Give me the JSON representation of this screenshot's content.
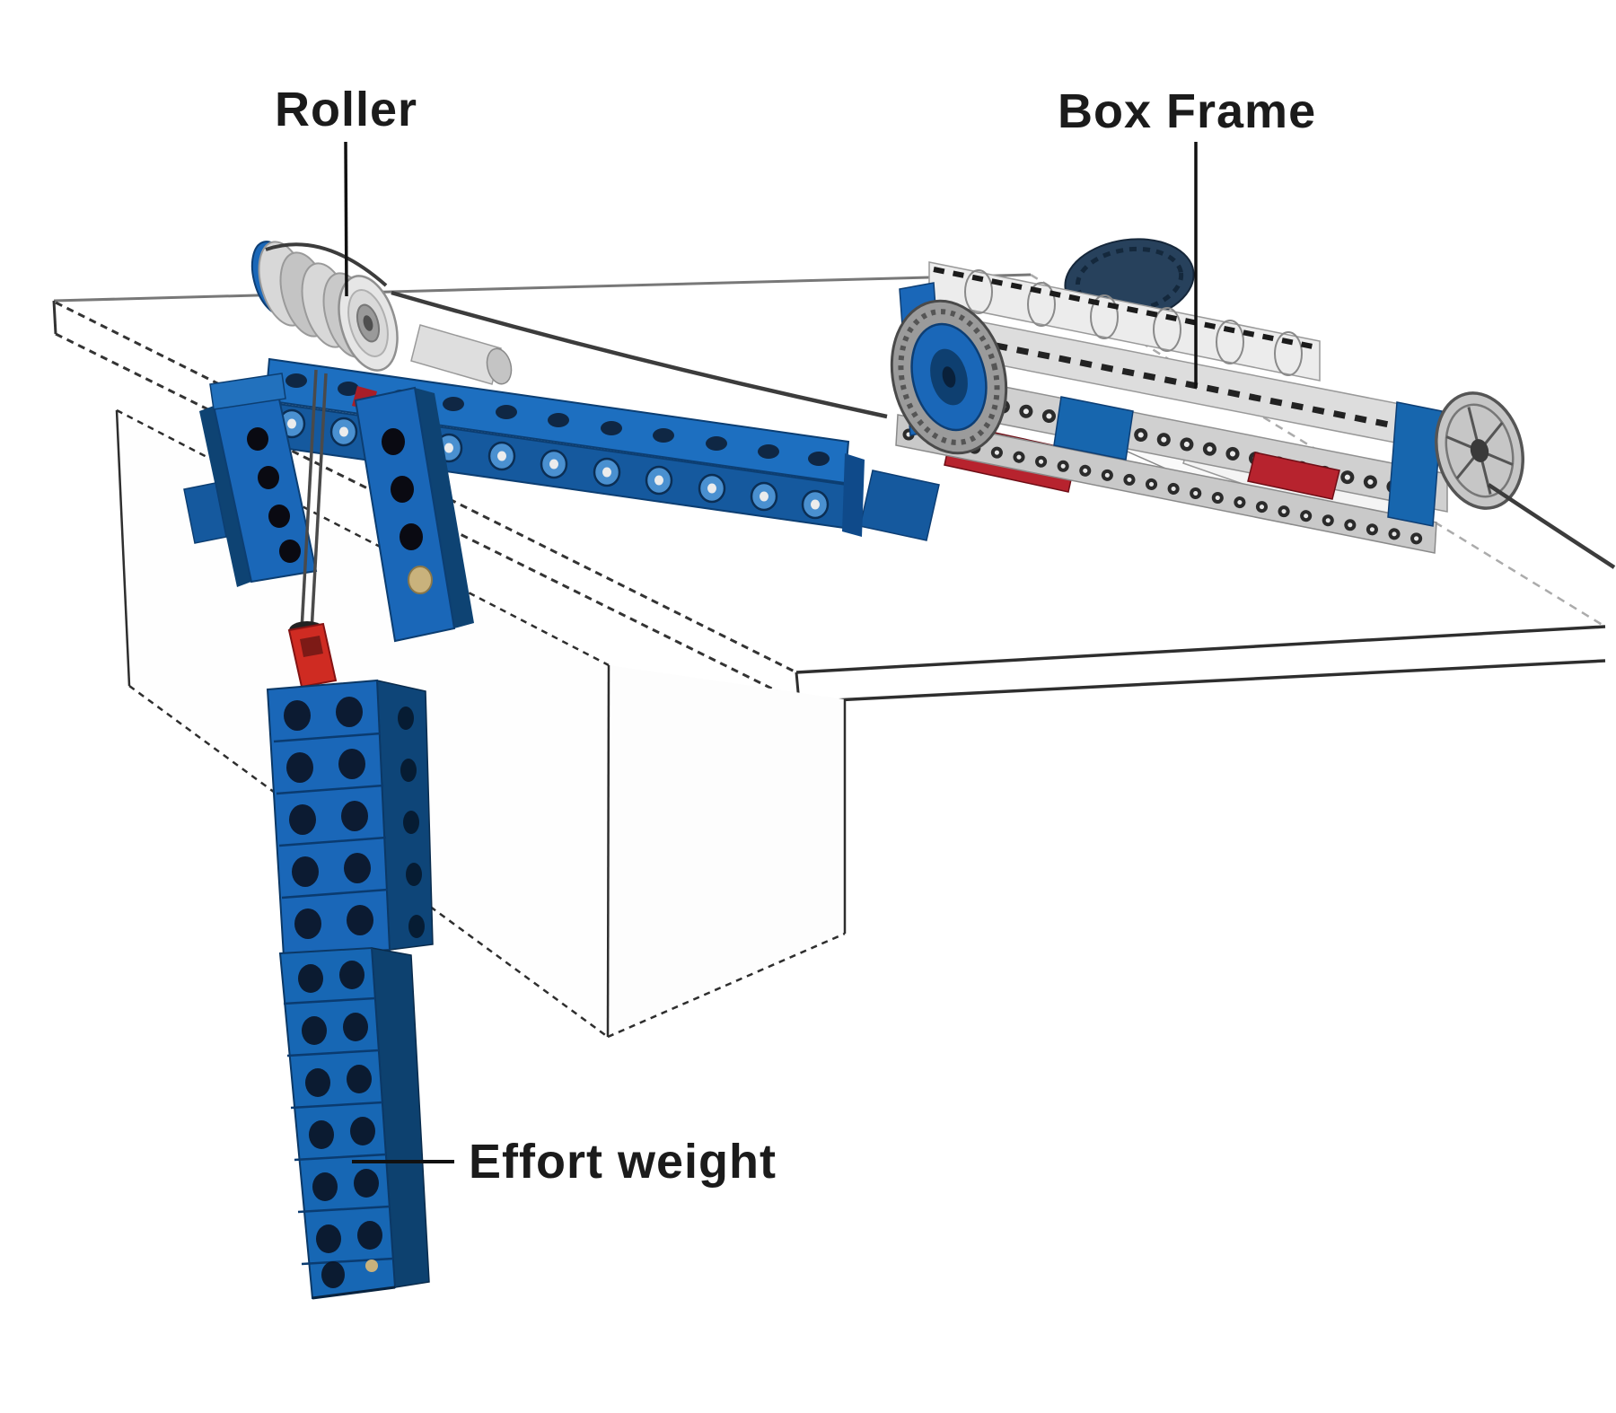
{
  "title": "Roller, box frame and effort weight pulley experiment diagram",
  "labels": {
    "roller": "Roller",
    "box_frame": "Box Frame",
    "effort_weight": "Effort weight"
  },
  "colors": {
    "lego_blue": "#1a67b8",
    "lego_blue_dark": "#0e4578",
    "lego_blue_mid": "#15599e",
    "lego_red": "#c3242c",
    "metal_gray": "#d8d8d8",
    "wheel_gray": "#9b9b9b",
    "navy_wheel": "#27415c",
    "outline": "#2e2e2e",
    "label_text": "#1b1b1b",
    "string": "#3c3c3c",
    "tan_pin": "#c9b27c",
    "background": "#ffffff"
  },
  "parts": [
    {
      "name": "table",
      "description": "outlined table top with pedestal base"
    },
    {
      "name": "roller",
      "description": "gray roller drum on blue beam clamp at table edge"
    },
    {
      "name": "box-frame",
      "description": "wheeled cart of gray beams on table, string attached"
    },
    {
      "name": "effort-weight",
      "description": "hanging stack of blue bricks with red connector"
    },
    {
      "name": "string",
      "description": "string from effort weight over roller to box frame, trailing end behind cart"
    }
  ]
}
